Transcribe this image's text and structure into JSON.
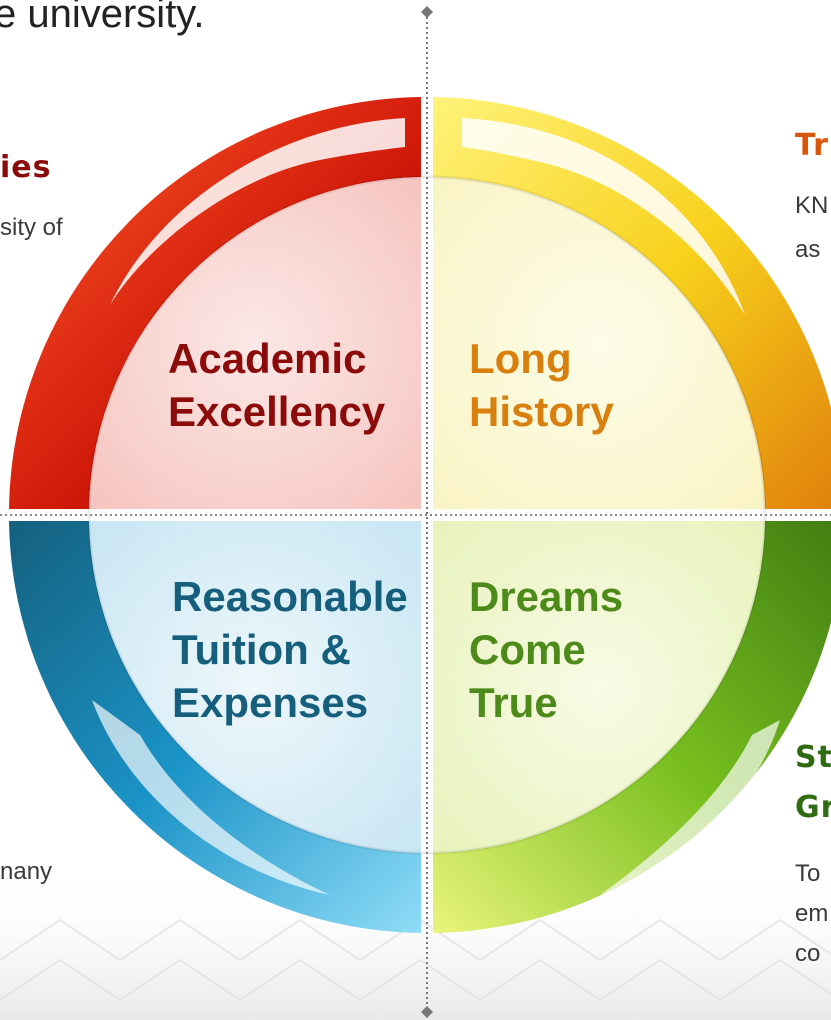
{
  "header": {
    "text": "e university."
  },
  "quadrants": [
    {
      "id": "academic",
      "lines": [
        "Academic",
        "Excellency"
      ],
      "color": "#8b0b0b"
    },
    {
      "id": "history",
      "lines": [
        "Long",
        "History"
      ],
      "color": "#d97f0e"
    },
    {
      "id": "tuition",
      "lines": [
        "Reasonable",
        "Tuition &",
        "Expenses"
      ],
      "color": "#155f7d"
    },
    {
      "id": "dreams",
      "lines": [
        "Dreams",
        "Come",
        "True"
      ],
      "color": "#4d8a1a"
    }
  ],
  "side_text": {
    "top_left_heading": "ies",
    "top_left_body": "sity of",
    "top_right_heading": "Tr",
    "top_right_body": [
      "KN",
      "as"
    ],
    "bottom_left_body": "nany",
    "bottom_right_heading": [
      "St",
      "Gr"
    ],
    "bottom_right_body": [
      "To",
      "em",
      "co"
    ]
  },
  "colors": {
    "heading_red": "#8b0b0b",
    "heading_orange": "#d9560a",
    "heading_green": "#2f6b10",
    "ring_red": "#d61c0c",
    "ring_yellow": "#f5d21a",
    "ring_blue": "#1a8fc4",
    "ring_green": "#6cb41c"
  }
}
